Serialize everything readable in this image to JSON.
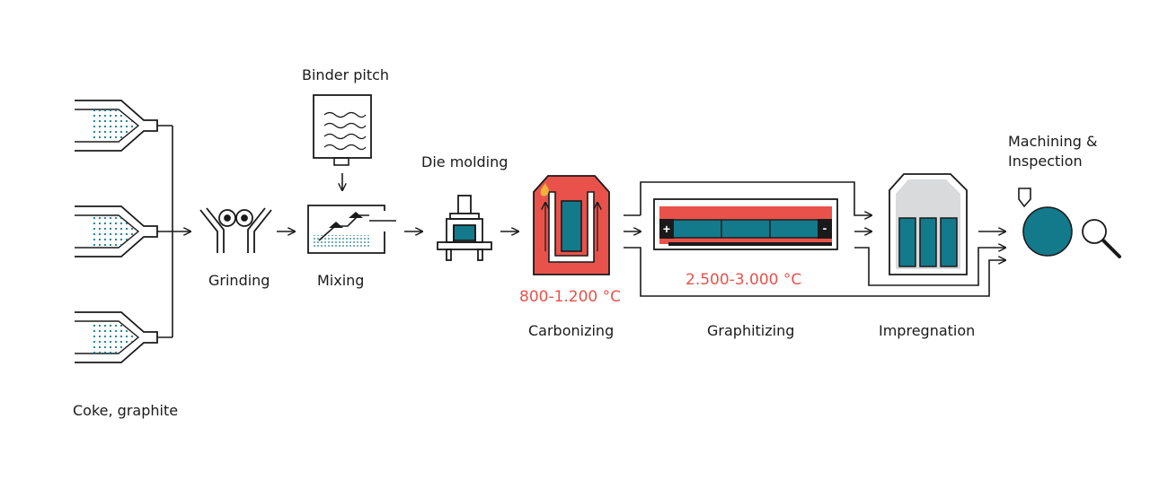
{
  "colors": {
    "ink": "#1a1a1a",
    "teal": "#137a8c",
    "red": "#e8524a",
    "grey": "#d9dadb",
    "bar_dark": "#222222"
  },
  "labels": {
    "coke": "Coke, graphite",
    "grinding": "Grinding",
    "binder": "Binder pitch",
    "mixing": "Mixing",
    "die": "Die molding",
    "carbonizing": "Carbonizing",
    "graphitizing": "Graphitizing",
    "impregnation": "Impregnation",
    "machining_line1": "Machining &",
    "machining_line2": "Inspection"
  },
  "temperatures": {
    "carbonizing": "800-1.200 °C",
    "graphitizing": "2.500-3.000 °C"
  },
  "electrodes": {
    "plus": "+",
    "minus": "-"
  },
  "icons": [
    "hopper-icon",
    "grinder-rollers-icon",
    "binder-tank-icon",
    "mixer-icon",
    "die-press-icon",
    "carbonizing-furnace-icon",
    "graphitizing-furnace-icon",
    "impregnation-vessel-icon",
    "cutting-tool-icon",
    "magnifier-icon"
  ]
}
